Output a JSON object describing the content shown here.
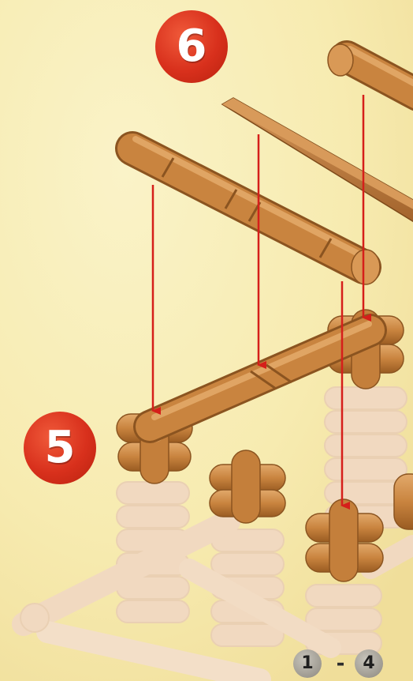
{
  "steps": {
    "current": "6",
    "previous": "5"
  },
  "page_reference": {
    "from": "1",
    "separator": "-",
    "to": "4"
  },
  "colors": {
    "paper": "#f7ecb2",
    "log_dark": "#9a5c22",
    "log_mid": "#c9843f",
    "log_light": "#e0a564",
    "ghost_log": "#f1d9c0",
    "arrow": "#d51f1a",
    "badge": "#d8301c"
  },
  "icons": {
    "badge_shape": "red-circle",
    "arrow": "red-down-arrow",
    "log": "toy-log-piece"
  }
}
